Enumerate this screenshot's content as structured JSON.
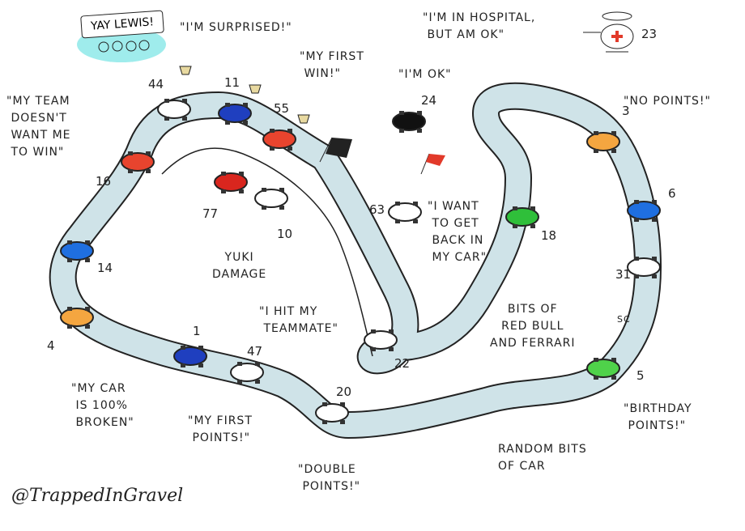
{
  "banner": "YAY LEWIS!",
  "signature": "@TrappedInGravel",
  "quotes": {
    "surprised": "\"I'M SURPRISED!\"",
    "first_win": "\"MY FIRST\n WIN!\"",
    "team": "\"MY TEAM\n DOESN'T\n WANT ME\n TO WIN\"",
    "hospital": "\"I'M IN HOSPITAL,\n BUT AM OK\"",
    "im_ok": "\"I'M OK\"",
    "no_points": "\"NO POINTS!\"",
    "back_in_car": "\"I WANT\n TO GET\n BACK IN\n MY CAR\"",
    "yuki": "YUKI\nDAMAGE",
    "hit_teammate": "\"I HIT MY\n TEAMMATE\"",
    "bits": "BITS OF\nRED BULL\nAND FERRARI",
    "broken": "\"MY CAR\n IS 100%\n BROKEN\"",
    "first_points": "\"MY FIRST\n POINTS!\"",
    "double_points": "\"DOUBLE\n POINTS!\"",
    "random_bits": "RANDOM BITS\nOF CAR",
    "birthday": "\"BIRTHDAY\n POINTS!\"",
    "sc": "SC"
  },
  "cars": [
    {
      "number": "44",
      "color": "#ffffff"
    },
    {
      "number": "11",
      "color": "#1f3fbf"
    },
    {
      "number": "55",
      "color": "#e8442e"
    },
    {
      "number": "16",
      "color": "#e8442e"
    },
    {
      "number": "77",
      "color": "#d9261e"
    },
    {
      "number": "10",
      "color": "#ffffff"
    },
    {
      "number": "14",
      "color": "#1f6fe0"
    },
    {
      "number": "4",
      "color": "#f4a640"
    },
    {
      "number": "1",
      "color": "#1f3fbf"
    },
    {
      "number": "47",
      "color": "#ffffff"
    },
    {
      "number": "20",
      "color": "#ffffff"
    },
    {
      "number": "22",
      "color": "#ffffff"
    },
    {
      "number": "63",
      "color": "#ffffff"
    },
    {
      "number": "18",
      "color": "#2fbf3a"
    },
    {
      "number": "3",
      "color": "#f4a640"
    },
    {
      "number": "6",
      "color": "#1f6fe0"
    },
    {
      "number": "31",
      "color": "#ffffff"
    },
    {
      "number": "5",
      "color": "#4fd24a"
    },
    {
      "number": "24",
      "color": "#111111"
    },
    {
      "number": "23",
      "color": "#ffffff"
    }
  ],
  "colors": {
    "track": "#cfe3e8",
    "outline": "#222222",
    "crowd": "#5fe0e0",
    "flag": "#e23a2a",
    "trophy": "#e8d9a0"
  }
}
